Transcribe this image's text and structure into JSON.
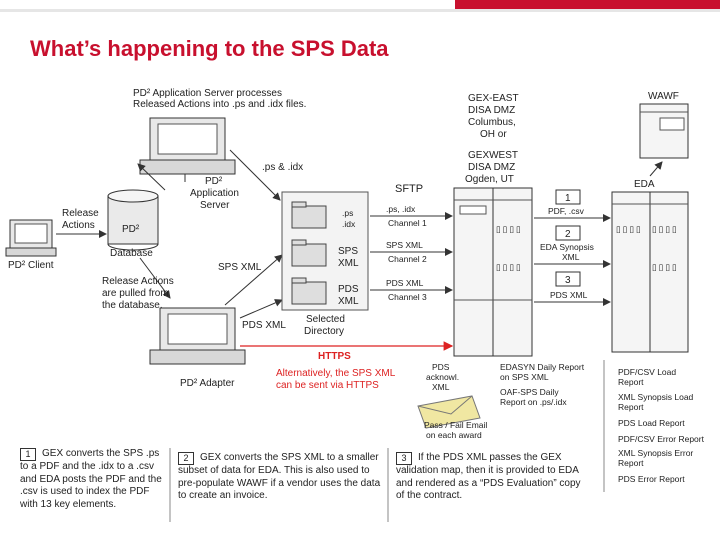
{
  "title": "What’s happening to the SPS Data",
  "labels": {
    "app_server_note_1": "PD² Application Server processes",
    "app_server_note_2": "Released Actions into .ps and .idx files.",
    "ps_idx": ".ps & .idx",
    "pd2_app_server_1": "PD²",
    "pd2_app_server_2": "Application",
    "pd2_app_server_3": "Server",
    "release_actions_1": "Release",
    "release_actions_2": "Actions",
    "pd2_db_1": "PD²",
    "pd2_db_2": "Database",
    "pd2_client": "PD² Client",
    "pulled_1": "Release Actions",
    "pulled_2": "are pulled from",
    "pulled_3": "the database.",
    "sps_xml_arrow": "SPS XML",
    "pds_xml_arrow": "PDS XML",
    "pd2_adapter": "PD² Adapter",
    "folder_1_a": ".ps",
    "folder_1_b": ".idx",
    "folder_2_a": "SPS",
    "folder_2_b": "XML",
    "folder_3_a": "PDS",
    "folder_3_b": "XML",
    "selected_dir_1": "Selected",
    "selected_dir_2": "Directory",
    "sftp": "SFTP",
    "ch1_a": ".ps, .idx",
    "ch1_b": "Channel 1",
    "ch2_a": "SPS XML",
    "ch2_b": "Channel 2",
    "ch3_a": "PDS XML",
    "ch3_b": "Channel 3",
    "https": "HTTPS",
    "https_note_1": "Alternatively, the SPS XML",
    "https_note_2": "can be sent via HTTPS",
    "gex_east_1": "GEX-EAST",
    "gex_east_2": "DISA DMZ",
    "gex_east_3": "Columbus,",
    "gex_east_4": "OH or",
    "gex_west_1": "GEXWEST",
    "gex_west_2": "DISA DMZ",
    "gex_west_3": "Ogden, UT",
    "wawf": "WAWF",
    "eda": "EDA",
    "box1": "1",
    "box2": "2",
    "box3": "3",
    "pdf_csv": "PDF, .csv",
    "eda_synopsis_1": "EDA Synopsis",
    "eda_synopsis_2": "XML",
    "pds_xml_right": "PDS XML",
    "pds_ack_1": "PDS",
    "pds_ack_2": "acknowl.",
    "pds_ack_3": "XML",
    "edasyn_1": "EDASYN Daily Report",
    "edasyn_2": "on SPS XML",
    "oaf_1": "OAF-SPS Daily",
    "oaf_2": "Report on .ps/.idx",
    "pass_fail_1": "Pass / Fail Email",
    "pass_fail_2": "on each award",
    "report_1a": "PDF/CSV Load",
    "report_1b": "Report",
    "report_2a": "XML Synopsis Load",
    "report_2b": "Report",
    "report_3": "PDS Load Report",
    "report_4": "PDF/CSV Error Report",
    "report_5a": "XML Synopsis Error",
    "report_5b": "Report",
    "report_6": "PDS Error Report"
  },
  "notes": [
    {
      "num": "1",
      "text": "GEX converts the SPS .ps to a PDF and the .idx to a .csv and EDA posts the PDF and the .csv is used to index the PDF with 13 key elements."
    },
    {
      "num": "2",
      "text": "GEX converts the SPS XML to a smaller subset of data for EDA.  This is also used to pre-populate WAWF if a vendor uses the data to create an invoice."
    },
    {
      "num": "3",
      "text": "If the PDS XML passes the GEX validation map, then it is provided to EDA and rendered as a “PDS Evaluation” copy of the contract."
    }
  ],
  "colors": {
    "brand_red": "#c8102e",
    "https_red": "#dd2222"
  }
}
